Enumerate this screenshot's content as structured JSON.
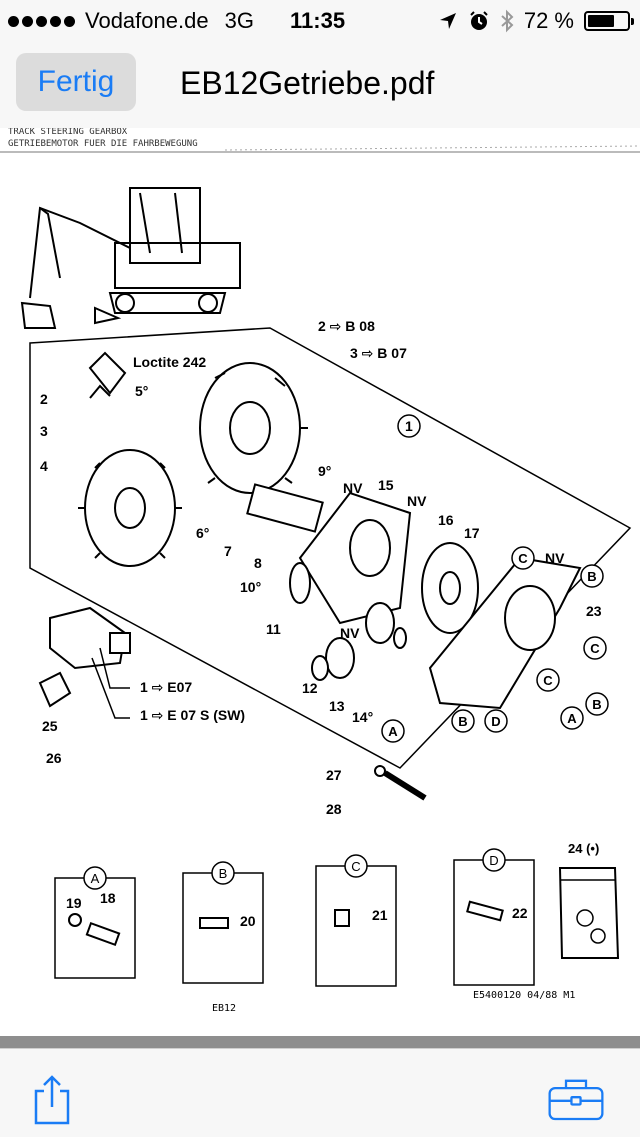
{
  "status_bar": {
    "carrier": "Vodafone.de",
    "network": "3G",
    "time": "11:35",
    "battery_percent": "72 %",
    "battery_level": 0.72,
    "icons": [
      "location-arrow-icon",
      "alarm-icon",
      "bluetooth-icon",
      "battery-icon"
    ]
  },
  "nav": {
    "done_label": "Fertig",
    "title": "EB12Getriebe.pdf"
  },
  "document": {
    "header_line_1": "TRACK STEERING GEARBOX",
    "header_line_2": "GETRIEBEMOTOR FUER DIE FAHRBEWEGUNG",
    "loctite_label": "Loctite 242",
    "ref_b08": "2 ⇨ B 08",
    "ref_b07": "3 ⇨ B 07",
    "ref_e07": "1 ⇨ E07",
    "ref_e07s": "1 ⇨ E 07 S (SW)",
    "nv_label": "NV",
    "part_numbers": [
      "1",
      "2",
      "3",
      "4",
      "5°",
      "6°",
      "7",
      "8",
      "9°",
      "10°",
      "11",
      "12",
      "13",
      "14°",
      "15",
      "16",
      "17",
      "23",
      "25",
      "26",
      "27",
      "28"
    ],
    "letter_callouts": [
      "A",
      "B",
      "C",
      "D"
    ],
    "detail_boxes": [
      {
        "letter": "A",
        "parts": [
          "19",
          "18"
        ]
      },
      {
        "letter": "B",
        "parts": [
          "20"
        ]
      },
      {
        "letter": "C",
        "parts": [
          "21"
        ]
      },
      {
        "letter": "D",
        "parts": [
          "22"
        ]
      }
    ],
    "bag_label": "24 (•)",
    "footer_left": "EB12",
    "footer_right": "E5400120   04/88   M1"
  },
  "toolbar": {
    "share_icon": "share-icon",
    "markup_icon": "toolbox-icon"
  },
  "colors": {
    "accent": "#1a7cf5"
  }
}
